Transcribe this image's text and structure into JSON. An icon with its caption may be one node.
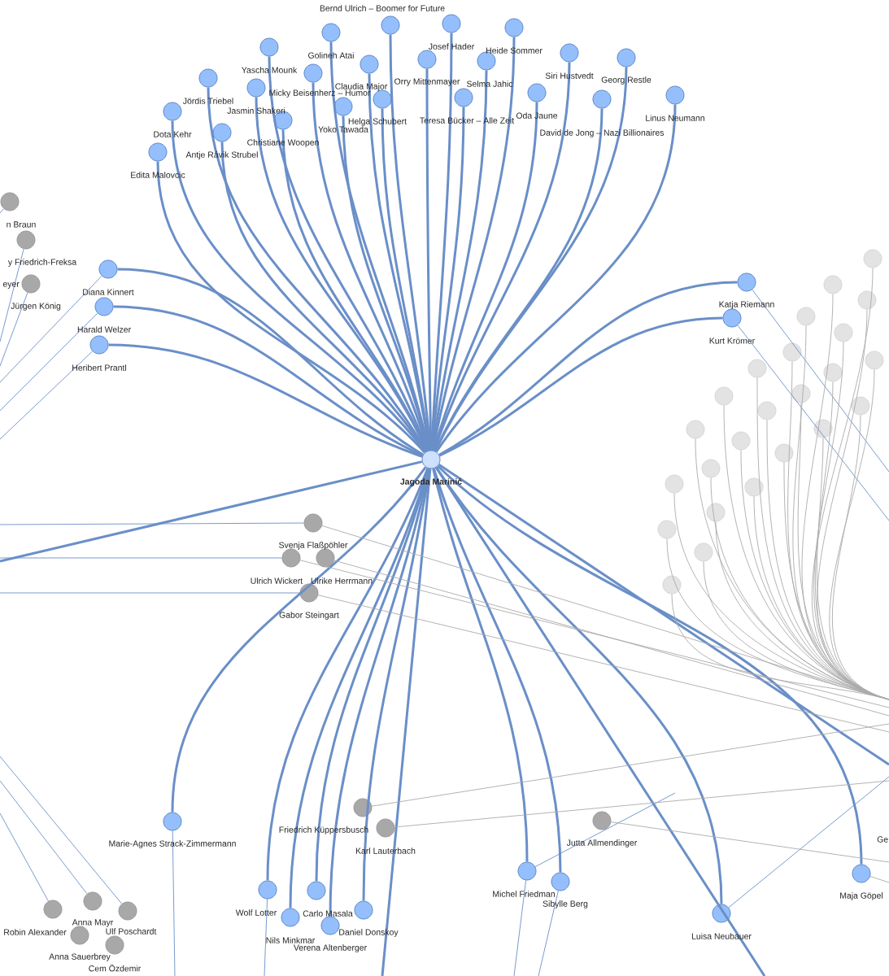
{
  "diagram": {
    "nodes": [
      {
        "text": [
          "Jagoda Marinić"
        ]
      },
      {
        "text": [
          "Yascha Mounk"
        ]
      },
      {
        "text": [
          "Golineh Atai"
        ]
      },
      {
        "text": [
          "Bernd Ulrich – Boomer for Future"
        ]
      },
      {
        "text": [
          "Josef Hader"
        ]
      },
      {
        "text": [
          "Heide Sommer"
        ]
      },
      {
        "text": [
          "Jördis Triebel"
        ]
      },
      {
        "text": [
          "Jasmin Shakeri"
        ]
      },
      {
        "text": [
          "Micky Beisenherz – Humor"
        ]
      },
      {
        "text": [
          "Claudia Major"
        ]
      },
      {
        "text": [
          "Orry Mittenmayer"
        ]
      },
      {
        "text": [
          "Selma Jahic"
        ]
      },
      {
        "text": [
          "Siri Hustvedt"
        ]
      },
      {
        "text": [
          "Georg Restle"
        ]
      },
      {
        "text": [
          "Dota Kehr"
        ]
      },
      {
        "text": [
          "Antje Rávik Strubel"
        ]
      },
      {
        "text": [
          "Christiane Woopen"
        ]
      },
      {
        "text": [
          "Yoko Tawada"
        ]
      },
      {
        "text": [
          "Helga Schubert"
        ]
      },
      {
        "text": [
          "Teresa Bücker – Alle Zeit"
        ]
      },
      {
        "text": [
          "Oda Jaune"
        ]
      },
      {
        "text": [
          "David de Jong – Nazi Billionaires"
        ]
      },
      {
        "text": [
          "Linus Neumann"
        ]
      },
      {
        "text": [
          "Edita Malovcic"
        ]
      },
      {
        "text": [
          "Diana Kinnert"
        ]
      },
      {
        "text": [
          "Harald Welzer"
        ]
      },
      {
        "text": [
          "Heribert Prantl"
        ]
      },
      {
        "text": [
          "Katja Riemann"
        ]
      },
      {
        "text": [
          "Kurt Krömer"
        ]
      },
      {
        "text": [
          "Svenja Flaßpöhler"
        ]
      },
      {
        "text": [
          "Ulrich Wickert"
        ]
      },
      {
        "text": [
          "Ulrike Herrmann"
        ]
      },
      {
        "text": [
          "Gabor Steingart"
        ]
      },
      {
        "text": [
          "Marie-Agnes Strack-Zimmermann"
        ]
      },
      {
        "text": [
          "Friedrich Küppersbusch"
        ]
      },
      {
        "text": [
          "Karl Lauterbach"
        ]
      },
      {
        "text": [
          "Jutta Allmendinger"
        ]
      },
      {
        "text": [
          "Michel Friedman"
        ]
      },
      {
        "text": [
          "Sibylle Berg"
        ]
      },
      {
        "text": [
          "Luisa Neubauer"
        ]
      },
      {
        "text": [
          "Maja Göpel"
        ]
      },
      {
        "text": [
          "Wolf Lotter"
        ]
      },
      {
        "text": [
          "Carlo Masala"
        ]
      },
      {
        "text": [
          "Nils Minkmar"
        ]
      },
      {
        "text": [
          "Daniel Donskoy"
        ]
      },
      {
        "text": [
          "Verena Altenberger"
        ]
      },
      {
        "text": [
          "Anna Mayr"
        ]
      },
      {
        "text": [
          "Ulf Poschardt"
        ]
      },
      {
        "text": [
          "Robin Alexander"
        ]
      },
      {
        "text": [
          "Anna Sauerbrey"
        ]
      },
      {
        "text": [
          "Cem Özdemir"
        ]
      },
      {
        "text": [
          "n Braun"
        ]
      },
      {
        "text": [
          "y Friedrich-Freksa"
        ]
      },
      {
        "text": [
          "Jürgen König"
        ]
      },
      {
        "text": [],
        "shape": "circle"
      },
      {
        "text": [],
        "shape": "circle"
      },
      {
        "text": [],
        "shape": "circle"
      },
      {
        "text": [],
        "shape": "circle"
      },
      {
        "text": [],
        "shape": "circle"
      },
      {
        "text": [],
        "shape": "circle"
      },
      {
        "text": [],
        "shape": "circle"
      },
      {
        "text": [],
        "shape": "circle"
      },
      {
        "text": [],
        "shape": "circle"
      },
      {
        "text": [],
        "shape": "circle"
      },
      {
        "text": [],
        "shape": "circle"
      },
      {
        "text": [],
        "shape": "circle"
      },
      {
        "text": [],
        "shape": "circle"
      },
      {
        "text": [],
        "shape": "circle"
      },
      {
        "text": [],
        "shape": "circle"
      },
      {
        "text": [],
        "shape": "circle"
      },
      {
        "text": [],
        "shape": "circle"
      },
      {
        "text": [],
        "shape": "circle"
      },
      {
        "text": [],
        "shape": "circle"
      },
      {
        "text": [],
        "shape": "circle"
      },
      {
        "text": [],
        "shape": "circle"
      },
      {
        "text": [],
        "shape": "circle"
      },
      {
        "text": [],
        "shape": "circle"
      },
      {
        "text": [],
        "shape": "circle"
      }
    ],
    "edges": [
      {
        "from": 0,
        "to": 1,
        "arrow": "none",
        "style": "thick"
      },
      {
        "from": 0,
        "to": 2,
        "arrow": "none",
        "style": "thick"
      },
      {
        "from": 0,
        "to": 3,
        "arrow": "none",
        "style": "thick"
      },
      {
        "from": 0,
        "to": 4,
        "arrow": "none",
        "style": "thick"
      },
      {
        "from": 0,
        "to": 5,
        "arrow": "none",
        "style": "thick"
      },
      {
        "from": 0,
        "to": 6,
        "arrow": "none",
        "style": "thick"
      },
      {
        "from": 0,
        "to": 7,
        "arrow": "none",
        "style": "thick"
      },
      {
        "from": 0,
        "to": 8,
        "arrow": "none",
        "style": "thick"
      },
      {
        "from": 0,
        "to": 9,
        "arrow": "none",
        "style": "thick"
      },
      {
        "from": 0,
        "to": 10,
        "arrow": "none",
        "style": "thick"
      },
      {
        "from": 0,
        "to": 11,
        "arrow": "none",
        "style": "thick"
      },
      {
        "from": 0,
        "to": 12,
        "arrow": "none",
        "style": "thick"
      },
      {
        "from": 0,
        "to": 13,
        "arrow": "none",
        "style": "thick"
      },
      {
        "from": 0,
        "to": 14,
        "arrow": "none",
        "style": "thick"
      },
      {
        "from": 0,
        "to": 15,
        "arrow": "none",
        "style": "thick"
      },
      {
        "from": 0,
        "to": 16,
        "arrow": "none",
        "style": "thick"
      },
      {
        "from": 0,
        "to": 17,
        "arrow": "none",
        "style": "thick"
      },
      {
        "from": 0,
        "to": 18,
        "arrow": "none",
        "style": "thick"
      },
      {
        "from": 0,
        "to": 19,
        "arrow": "none",
        "style": "thick"
      },
      {
        "from": 0,
        "to": 20,
        "arrow": "none",
        "style": "thick"
      },
      {
        "from": 0,
        "to": 21,
        "arrow": "none",
        "style": "thick"
      },
      {
        "from": 0,
        "to": 22,
        "arrow": "none",
        "style": "thick"
      },
      {
        "from": 0,
        "to": 23,
        "arrow": "none",
        "style": "thick"
      },
      {
        "from": 0,
        "to": 24,
        "arrow": "none",
        "style": "thick"
      },
      {
        "from": 0,
        "to": 25,
        "arrow": "none",
        "style": "thick"
      },
      {
        "from": 0,
        "to": 26,
        "arrow": "none",
        "style": "thick"
      },
      {
        "from": 0,
        "to": 27,
        "arrow": "none",
        "style": "thick"
      },
      {
        "from": 0,
        "to": 28,
        "arrow": "none",
        "style": "thick"
      },
      {
        "from": 0,
        "to": 33,
        "arrow": "none",
        "style": "thick"
      },
      {
        "from": 0,
        "to": 37,
        "arrow": "none",
        "style": "thick"
      },
      {
        "from": 0,
        "to": 38,
        "arrow": "none",
        "style": "thick"
      },
      {
        "from": 0,
        "to": 39,
        "arrow": "none",
        "style": "thick"
      },
      {
        "from": 0,
        "to": 40,
        "arrow": "none",
        "style": "thick"
      },
      {
        "from": 0,
        "to": 41,
        "arrow": "none",
        "style": "thick"
      },
      {
        "from": 0,
        "to": 42,
        "arrow": "none",
        "style": "thick"
      },
      {
        "from": 0,
        "to": 43,
        "arrow": "none",
        "style": "thick"
      },
      {
        "from": 0,
        "to": 44,
        "arrow": "none",
        "style": "thick"
      },
      {
        "from": 0,
        "to": 45,
        "arrow": "none",
        "style": "thick"
      },
      {
        "from": 0,
        "to": null,
        "arrow": "none",
        "style": "thick"
      },
      {
        "from": 0,
        "to": null,
        "arrow": "none",
        "style": "thick"
      },
      {
        "from": 0,
        "to": null,
        "arrow": "none",
        "style": "thick"
      },
      {
        "from": 0,
        "to": null,
        "arrow": "none",
        "style": "thick"
      },
      {
        "from": 24,
        "to": null,
        "arrow": "none"
      },
      {
        "from": 25,
        "to": null,
        "arrow": "none"
      },
      {
        "from": 26,
        "to": null,
        "arrow": "none"
      },
      {
        "from": 27,
        "to": null,
        "arrow": "none"
      },
      {
        "from": 28,
        "to": null,
        "arrow": "none"
      },
      {
        "from": 29,
        "to": null,
        "arrow": "none"
      },
      {
        "from": 30,
        "to": null,
        "arrow": "none"
      },
      {
        "from": 32,
        "to": null,
        "arrow": "none"
      },
      {
        "from": 33,
        "to": null,
        "arrow": "none"
      },
      {
        "from": 41,
        "to": null,
        "arrow": "none"
      },
      {
        "from": 37,
        "to": null,
        "arrow": "none"
      },
      {
        "from": 38,
        "to": null,
        "arrow": "none"
      },
      {
        "from": 37,
        "to": null,
        "arrow": "none"
      },
      {
        "from": 39,
        "to": null,
        "arrow": "none"
      },
      {
        "from": 51,
        "to": null,
        "arrow": "none"
      },
      {
        "from": 52,
        "to": null,
        "arrow": "none"
      },
      {
        "from": 53,
        "to": null,
        "arrow": "none"
      },
      {
        "from": 46,
        "to": null,
        "arrow": "none"
      },
      {
        "from": 47,
        "to": null,
        "arrow": "none"
      },
      {
        "from": 48,
        "to": null,
        "arrow": "none"
      },
      {
        "from": 29,
        "to": null,
        "arrow": "none",
        "color": "#aaaaaa"
      },
      {
        "from": 30,
        "to": null,
        "arrow": "none",
        "color": "#aaaaaa"
      },
      {
        "from": 31,
        "to": null,
        "arrow": "none",
        "color": "#aaaaaa"
      },
      {
        "from": 32,
        "to": null,
        "arrow": "none",
        "color": "#aaaaaa"
      },
      {
        "from": 34,
        "to": null,
        "arrow": "none",
        "color": "#aaaaaa"
      },
      {
        "from": 35,
        "to": null,
        "arrow": "none",
        "color": "#aaaaaa"
      },
      {
        "from": 36,
        "to": null,
        "arrow": "none",
        "color": "#aaaaaa"
      },
      {
        "from": 40,
        "to": null,
        "arrow": "none",
        "color": "#aaaaaa"
      },
      {
        "from": 54,
        "to": null,
        "arrow": "none",
        "color": "#aaaaaa"
      },
      {
        "from": 55,
        "to": null,
        "arrow": "none",
        "color": "#aaaaaa"
      },
      {
        "from": 56,
        "to": null,
        "arrow": "none",
        "color": "#aaaaaa"
      },
      {
        "from": 57,
        "to": null,
        "arrow": "none",
        "color": "#aaaaaa"
      },
      {
        "from": 58,
        "to": null,
        "arrow": "none",
        "color": "#aaaaaa"
      },
      {
        "from": 59,
        "to": null,
        "arrow": "none",
        "color": "#aaaaaa"
      },
      {
        "from": 60,
        "to": null,
        "arrow": "none",
        "color": "#aaaaaa"
      },
      {
        "from": 61,
        "to": null,
        "arrow": "none",
        "color": "#aaaaaa"
      },
      {
        "from": 62,
        "to": null,
        "arrow": "none",
        "color": "#aaaaaa"
      },
      {
        "from": 63,
        "to": null,
        "arrow": "none",
        "color": "#aaaaaa"
      },
      {
        "from": 64,
        "to": null,
        "arrow": "none",
        "color": "#aaaaaa"
      },
      {
        "from": 65,
        "to": null,
        "arrow": "none",
        "color": "#aaaaaa"
      },
      {
        "from": 66,
        "to": null,
        "arrow": "none",
        "color": "#aaaaaa"
      },
      {
        "from": 67,
        "to": null,
        "arrow": "none",
        "color": "#aaaaaa"
      },
      {
        "from": 68,
        "to": null,
        "arrow": "none",
        "color": "#aaaaaa"
      },
      {
        "from": 69,
        "to": null,
        "arrow": "none",
        "color": "#aaaaaa"
      },
      {
        "from": 70,
        "to": null,
        "arrow": "none",
        "color": "#aaaaaa"
      },
      {
        "from": 71,
        "to": null,
        "arrow": "none",
        "color": "#aaaaaa"
      },
      {
        "from": 72,
        "to": null,
        "arrow": "none",
        "color": "#aaaaaa"
      },
      {
        "from": 73,
        "to": null,
        "arrow": "none",
        "color": "#aaaaaa"
      },
      {
        "from": 74,
        "to": null,
        "arrow": "none",
        "color": "#aaaaaa"
      },
      {
        "from": 75,
        "to": null,
        "arrow": "none",
        "color": "#aaaaaa"
      },
      {
        "from": 76,
        "to": null,
        "arrow": "none",
        "color": "#aaaaaa"
      },
      {
        "from": 77,
        "to": null,
        "arrow": "none",
        "color": "#aaaaaa"
      }
    ],
    "labels": [
      "eyer",
      "Ge"
    ]
  }
}
